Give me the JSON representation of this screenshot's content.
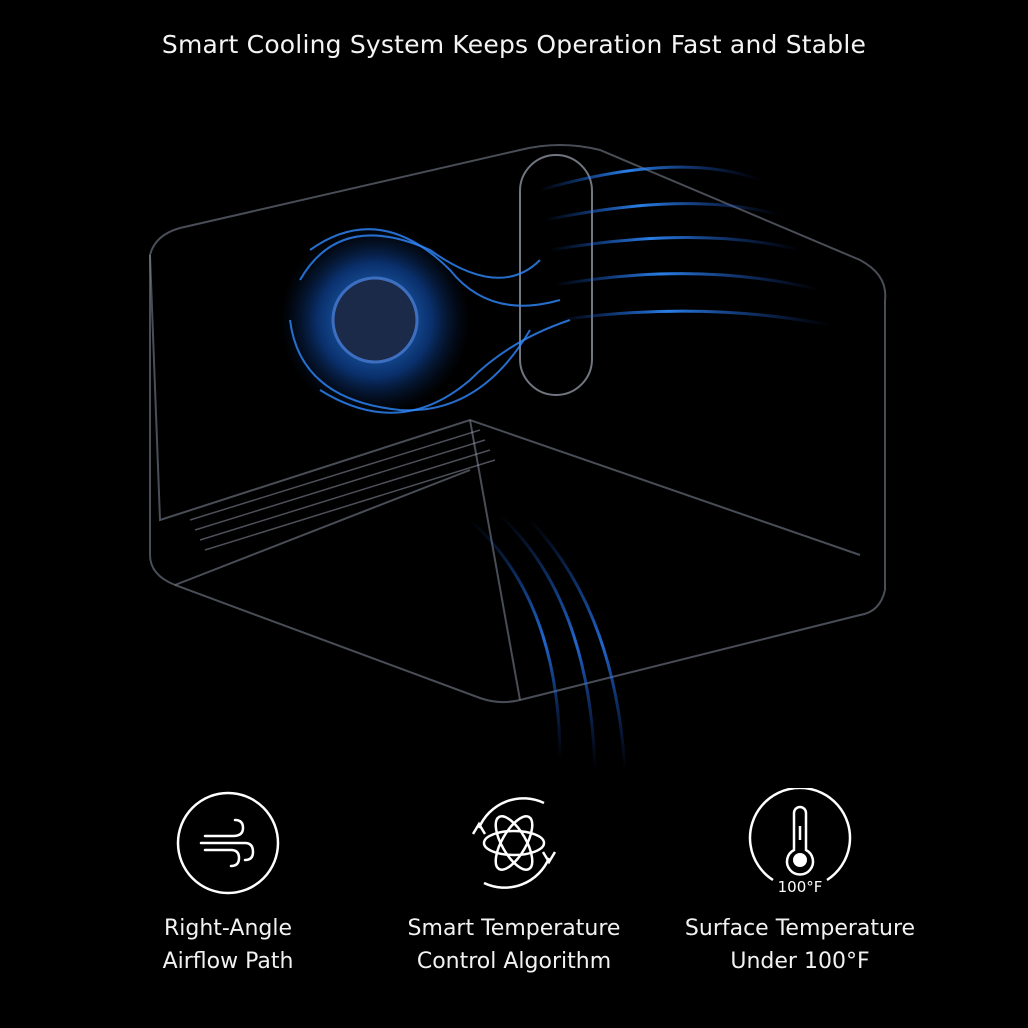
{
  "headline": "Smart Cooling System Keeps Operation Fast and Stable",
  "hero": {
    "description": "transparent-projector-cutaway-with-blue-airflow",
    "accent_color": "#1e78ff"
  },
  "features": [
    {
      "icon": "wind-airflow-icon",
      "line1": "Right-Angle",
      "line2": "Airflow Path"
    },
    {
      "icon": "atom-cycle-icon",
      "line1": "Smart Temperature",
      "line2": "Control Algorithm"
    },
    {
      "icon": "thermometer-icon",
      "icon_text": "100°F",
      "line1": "Surface Temperature",
      "line2": "Under 100°F"
    }
  ]
}
